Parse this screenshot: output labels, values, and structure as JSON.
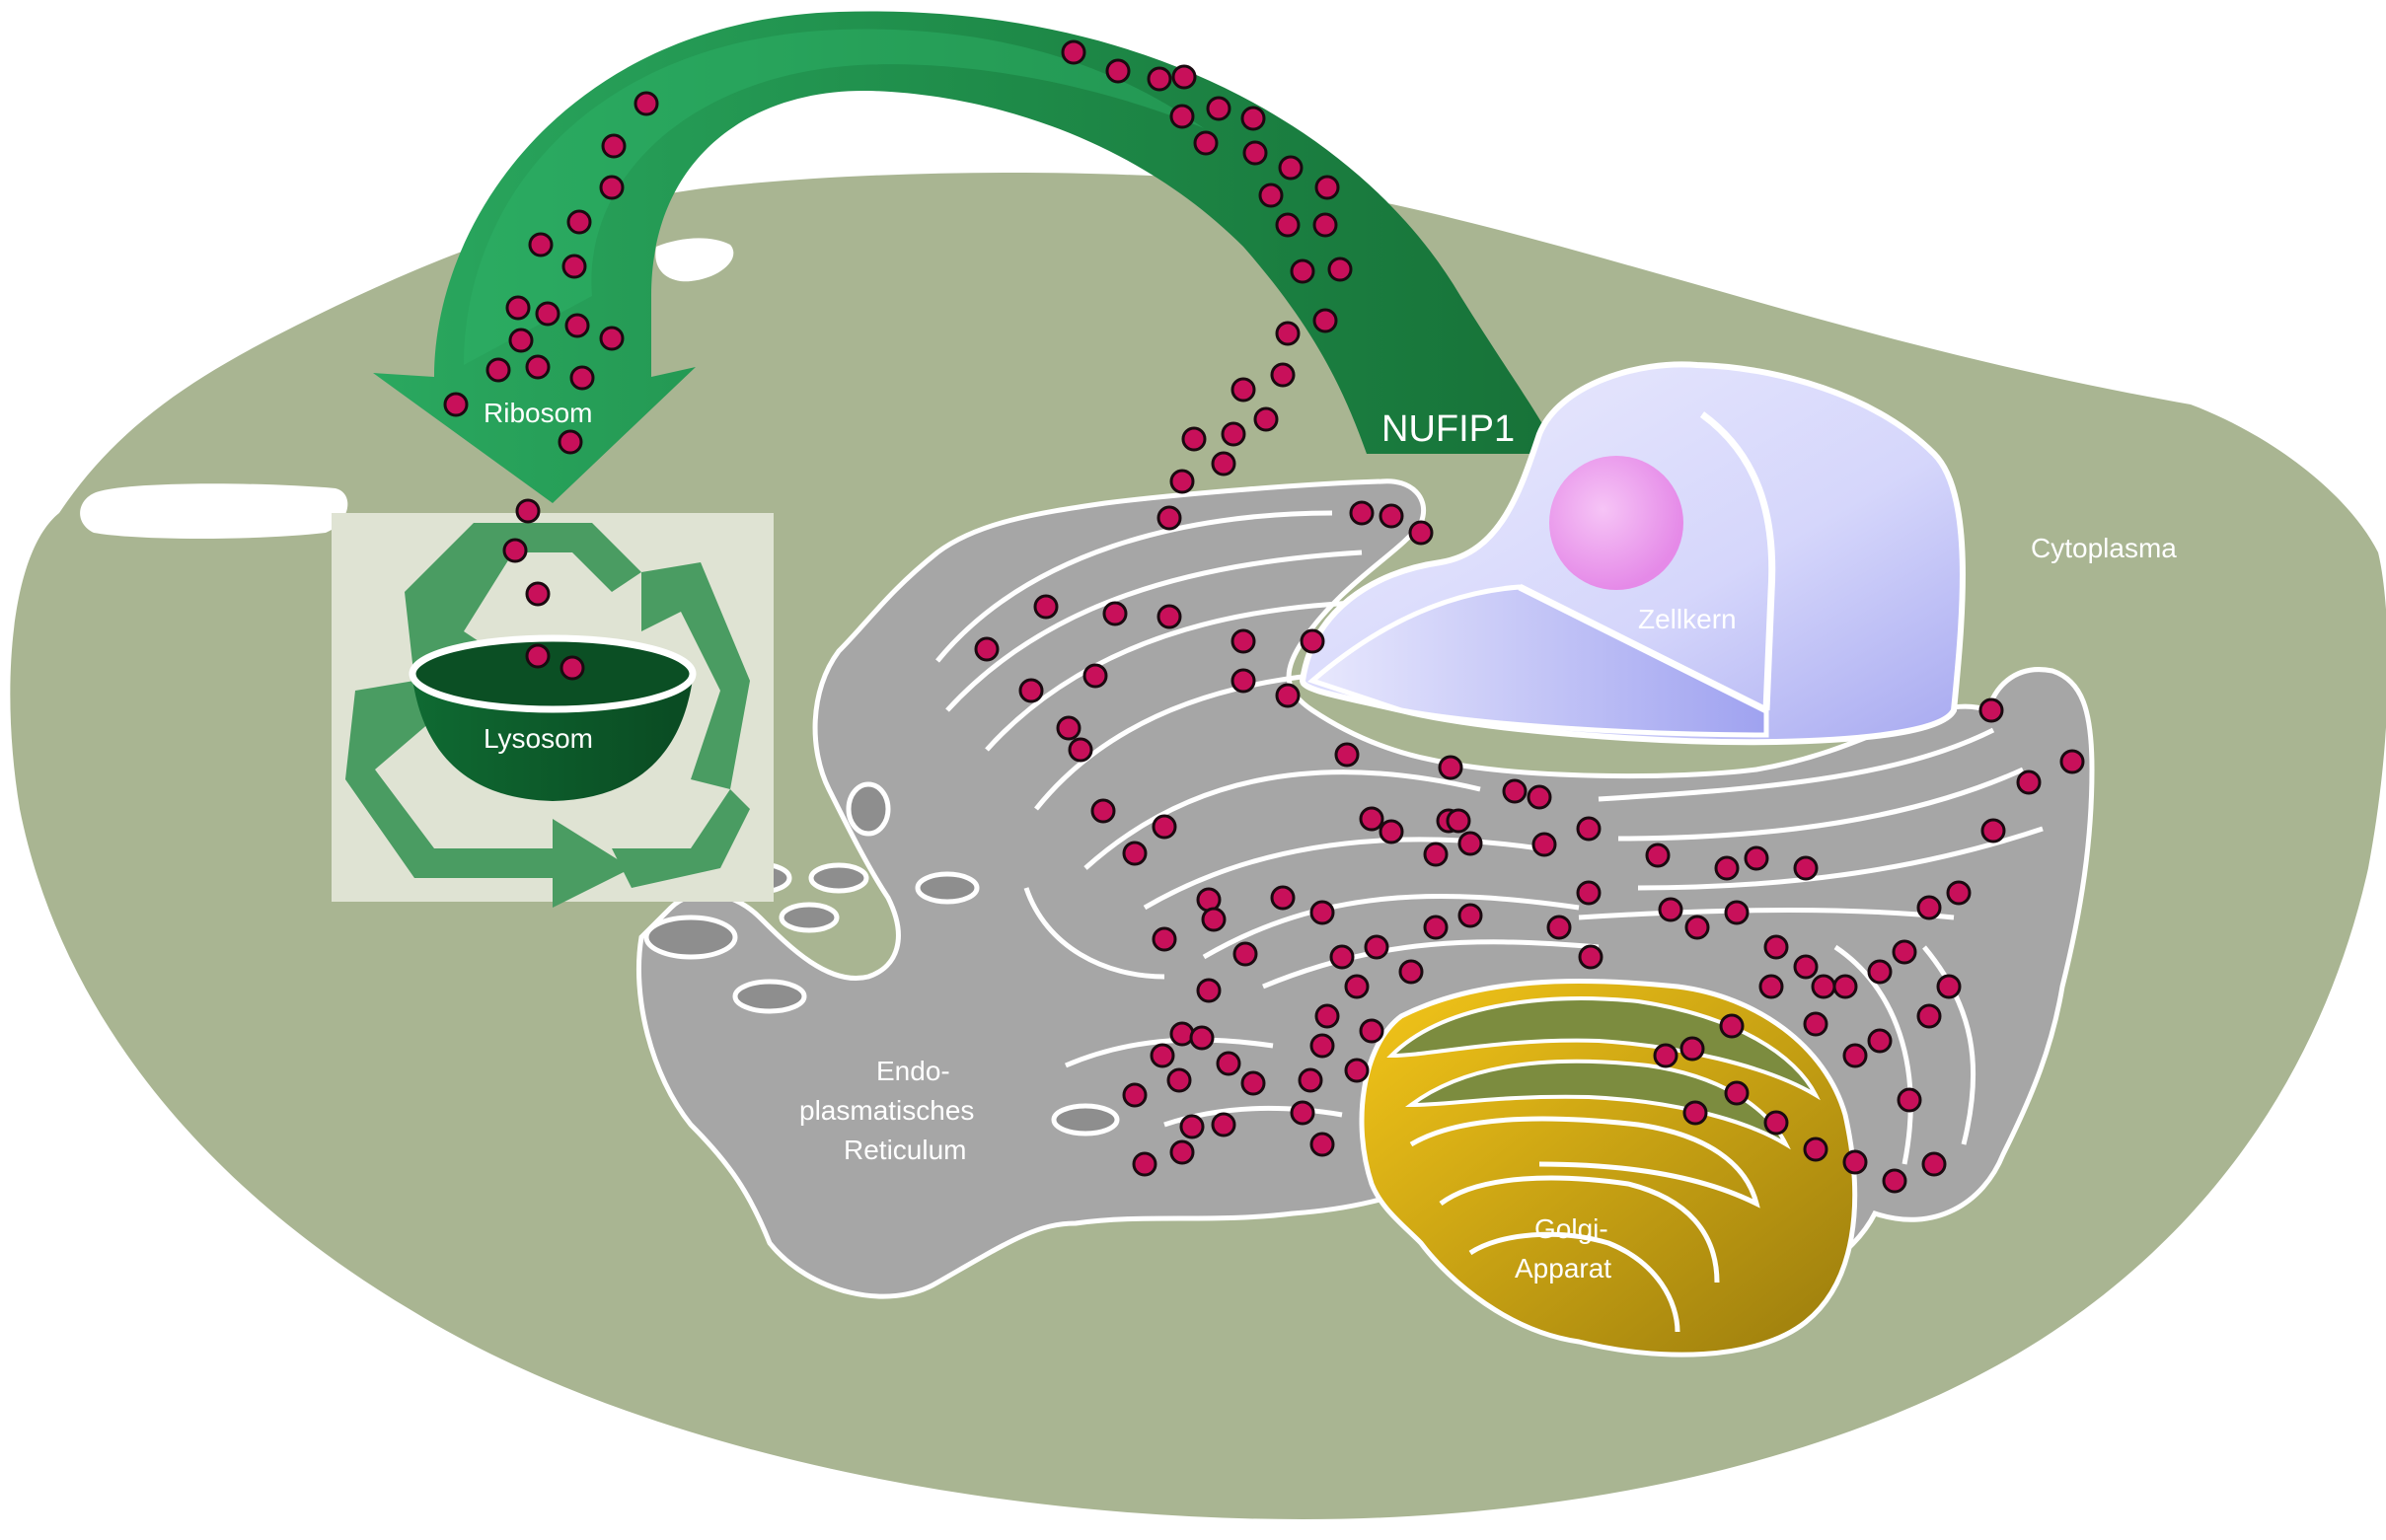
{
  "labels": {
    "ribosome": "Ribosom",
    "lysosome": "Lysosom",
    "nufip1": "NUFIP1",
    "cytoplasm": "Cytoplasma",
    "nucleus": "Zellkern",
    "er_line1": "Endo-",
    "er_line2": "plasmatisches",
    "er_line3": "Reticulum",
    "golgi_line1": "Golgi-",
    "golgi_line2": "Apparat"
  },
  "colors": {
    "cytoplasm": "#a9b592",
    "arrow_light": "#27a55d",
    "arrow_dark": "#1b7a3f",
    "er": "#a6a6a6",
    "nucleus": "#c7c9f7",
    "nucleolus": "#ee9ef0",
    "golgi": "#e0b514",
    "golgi_green": "#7c8c3f",
    "recycle_green": "#4a9c62",
    "recycle_bg": "#dfe3d3",
    "lysosome": "#0d5a2a",
    "particle": "#c8105a"
  },
  "icons": [
    "recycle-icon"
  ]
}
